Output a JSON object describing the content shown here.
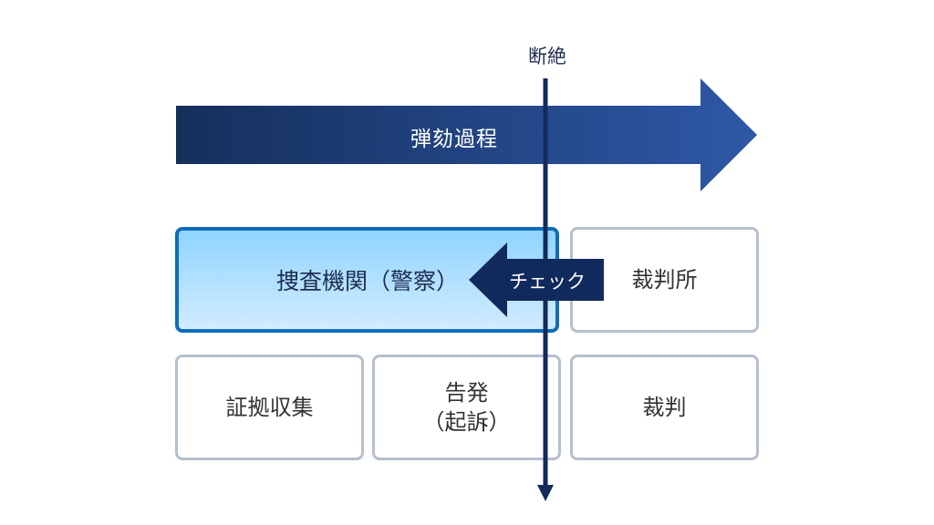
{
  "diagram": {
    "break_label": "断絶",
    "flow_label": "弾劾過程",
    "check_label": "チェック",
    "boxes": {
      "investigation_agency": "捜査機関（警察）",
      "court": "裁判所",
      "evidence_collection": "証拠収集",
      "prosecution_line1": "告発",
      "prosecution_line2": "（起訴）",
      "trial": "裁判"
    },
    "colors": {
      "flow_arrow_start": "#152f5c",
      "flow_arrow_end": "#2e58a7",
      "break_line": "#132a5a",
      "check_arrow": "#112a5d",
      "highlight_border": "#0f6db8",
      "box_border": "#b5bfcd"
    }
  }
}
